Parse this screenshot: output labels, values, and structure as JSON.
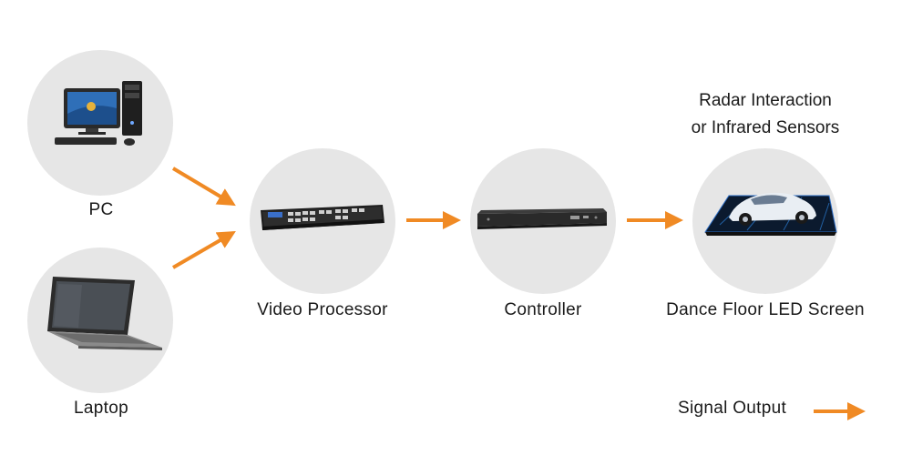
{
  "diagram": {
    "nodes": {
      "pc": {
        "label": "PC",
        "icon": "desktop-pc-icon"
      },
      "laptop": {
        "label": "Laptop",
        "icon": "laptop-icon"
      },
      "video_processor": {
        "label": "Video Processor",
        "icon": "video-processor-icon"
      },
      "controller": {
        "label": "Controller",
        "icon": "controller-icon"
      },
      "led_screen": {
        "label": "Dance Floor LED Screen",
        "icon": "led-floor-screen-icon"
      }
    },
    "sensor_note": {
      "line1": "Radar Interaction",
      "line2": "or Infrared Sensors"
    },
    "legend": {
      "label": "Signal Output",
      "icon": "signal-arrow-icon"
    },
    "colors": {
      "arrow": "#f08a24",
      "circle": "#e6e6e6"
    },
    "edges": [
      {
        "from": "PC",
        "to": "Video Processor"
      },
      {
        "from": "Laptop",
        "to": "Video Processor"
      },
      {
        "from": "Video Processor",
        "to": "Controller"
      },
      {
        "from": "Controller",
        "to": "Dance Floor LED Screen"
      }
    ]
  }
}
